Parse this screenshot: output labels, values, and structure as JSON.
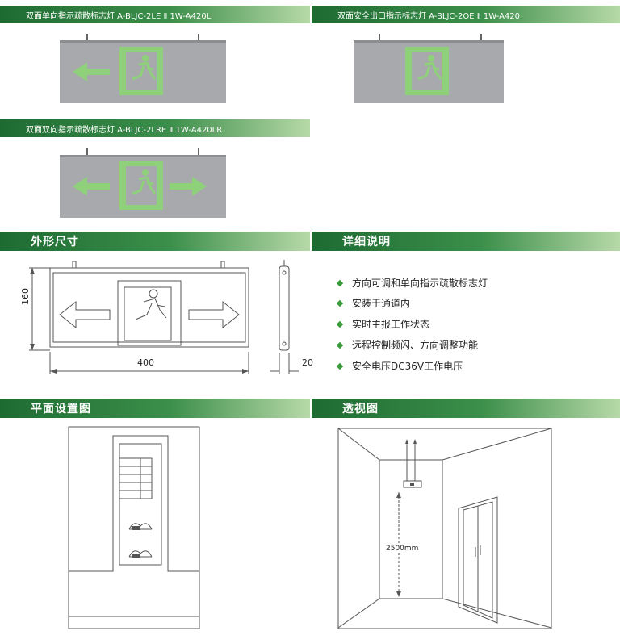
{
  "products": [
    {
      "title": "双面单向指示疏散标志灯 A-BLJC-2LE Ⅱ 1W-A420L"
    },
    {
      "title": "双面安全出口指示标志灯 A-BLJC-2OE Ⅱ 1W-A420"
    },
    {
      "title": "双面双向指示疏散标志灯 A-BLJC-2LRE Ⅱ 1W-A420LR"
    }
  ],
  "sections": {
    "dimensions": "外形尺寸",
    "details": "详细说明",
    "plan": "平面设置图",
    "perspective": "透视图"
  },
  "dims": {
    "width": "400",
    "height": "160",
    "depth": "20",
    "mount_height": "2500mm"
  },
  "features": [
    "方向可调和单向指示疏散标志灯",
    "安装于通道内",
    "实时主报工作状态",
    "远程控制频闪、方向调整功能",
    "安全电压DC36V工作电压"
  ],
  "colors": {
    "sign_green": "#8fd07a",
    "panel_gray": "#a7a9ad",
    "header_green": "#2e7d3e"
  }
}
